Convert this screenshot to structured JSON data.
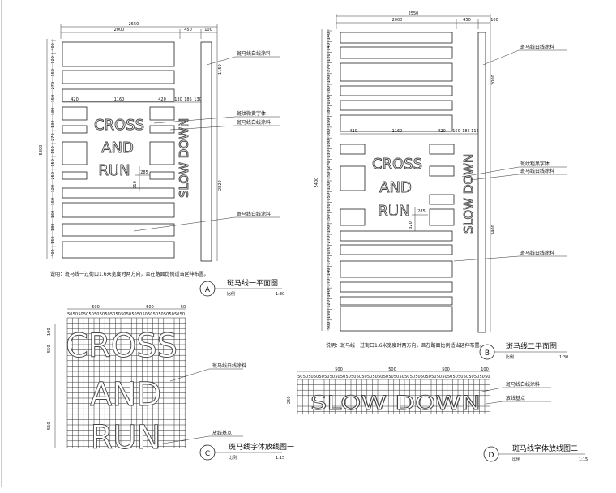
{
  "plan_a": {
    "dim_total": "2550",
    "dim_left": "2000",
    "dim_mid": "450",
    "dim_right": "100",
    "inner_dims": [
      "420",
      "1160",
      "420",
      "130",
      "185",
      "130"
    ],
    "left_dims": [
      "400",
      "120",
      "150",
      "270",
      "150",
      "180",
      "130",
      "270",
      "150",
      "150",
      "250",
      "120",
      "150",
      "160",
      "180",
      "150",
      "400"
    ],
    "word1": "CROSS",
    "word2": "AND",
    "word3": "RUN",
    "side_text": "SLOW DOWN",
    "side_dims": [
      "1150",
      "2820"
    ],
    "total_height": "5800",
    "note_285": "285",
    "note_210": "210",
    "label_1": "斑马线白线涂料",
    "label_2": "斑纹微黄字体",
    "label_3": "斑马线白线涂料",
    "label_4": "斑马线白线涂料",
    "note": "说明：斑马线一过街口1.6米宽度时两方向，且在路面比例适当延伸布置。",
    "circle": "A",
    "title": "斑马线一平面图",
    "scale_left": "比例",
    "scale": "1:30"
  },
  "plan_b": {
    "dim_total": "2550",
    "dim_left": "2000",
    "dim_mid": "450",
    "dim_right": "100",
    "inner_dims": [
      "420",
      "1160",
      "420",
      "150",
      "185",
      "115"
    ],
    "left_dims": [
      "140",
      "140",
      "120",
      "270",
      "150",
      "180",
      "150",
      "180",
      "150",
      "380",
      "180",
      "130",
      "270",
      "150",
      "120",
      "150",
      "120",
      "150",
      "150",
      "270",
      "120",
      "170",
      "140",
      "170",
      "140",
      "120",
      "150",
      "500"
    ],
    "word1": "CROSS",
    "word2": "AND",
    "word3": "RUN",
    "side_text": "SLOW DOWN",
    "side_dims": [
      "2000",
      "3400"
    ],
    "total_height": "5400",
    "note_285": "285",
    "note_320": "320",
    "label_1": "斑马线白线涂料",
    "label_2": "斑纹粗黑字体",
    "label_3": "斑马线白线涂料",
    "label_4": "斑马线白线涂料",
    "note": "说明：斑马线一过街口1.6米宽度时两方向，且在路面比例适当延伸布置。",
    "circle": "B",
    "title": "斑马线二平面图",
    "scale_left": "比例",
    "scale": "1:30"
  },
  "font_c": {
    "top_dims": [
      "500",
      "500",
      "50"
    ],
    "grid_dims": "50",
    "left_dims": [
      "100",
      "550",
      "550"
    ],
    "word1": "CROSS",
    "word2": "AND",
    "word3": "RUN",
    "label_1": "斑马线白线涂料",
    "label_2": "放线基点",
    "circle": "C",
    "title": "斑马线字体放线图一",
    "scale_left": "比例",
    "scale": "1:15"
  },
  "font_d": {
    "top_dims": [
      "500",
      "500",
      "500",
      "100"
    ],
    "grid_dims": "50",
    "left_dim": "250",
    "word": "SLOW DOWN",
    "label_1": "斑马线白线涂料",
    "label_2": "放线基点",
    "circle": "D",
    "title": "斑马线字体放线图二",
    "scale_left": "比例",
    "scale": "1:15"
  }
}
